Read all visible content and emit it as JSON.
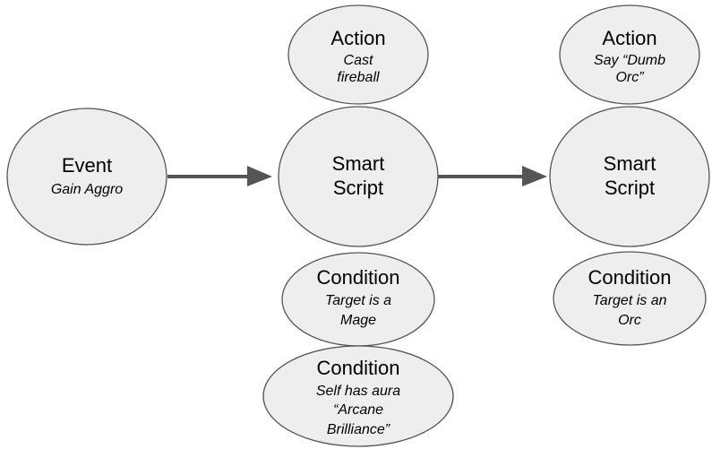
{
  "colors": {
    "node_fill": "#eeeeee",
    "node_stroke": "#555555",
    "arrow": "#555555",
    "text": "#000000"
  },
  "nodes": {
    "event": {
      "title": "Event",
      "sub1": "Gain Aggro"
    },
    "smart_script_1": {
      "line1": "Smart",
      "line2": "Script"
    },
    "action_1": {
      "title": "Action",
      "sub1": "Cast",
      "sub2": "fireball"
    },
    "condition_1": {
      "title": "Condition",
      "sub1": "Target is a",
      "sub2": "Mage"
    },
    "condition_2": {
      "title": "Condition",
      "sub1": "Self has aura",
      "sub2": "“Arcane",
      "sub3": "Brilliance”"
    },
    "smart_script_2": {
      "line1": "Smart",
      "line2": "Script"
    },
    "action_2": {
      "title": "Action",
      "sub1": "Say “Dumb",
      "sub2": "Orc”"
    },
    "condition_3": {
      "title": "Condition",
      "sub1": "Target is an",
      "sub2": "Orc"
    }
  },
  "edges": [
    {
      "from": "event",
      "to": "smart_script_1"
    },
    {
      "from": "smart_script_1",
      "to": "smart_script_2"
    }
  ]
}
